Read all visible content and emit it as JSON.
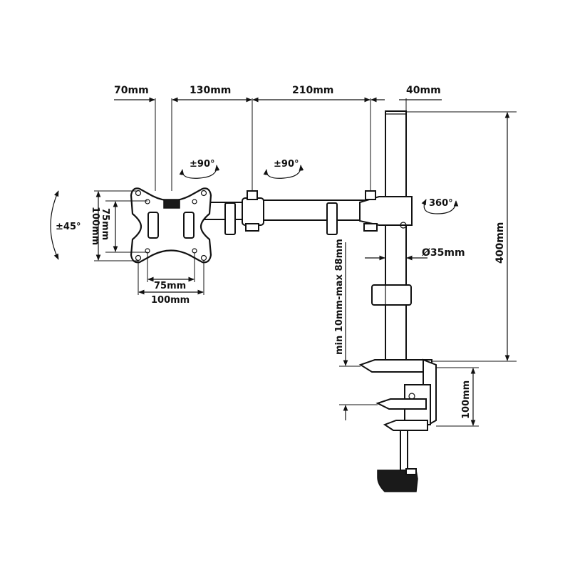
{
  "dimensions": {
    "w70": "70mm",
    "w130": "130mm",
    "w210": "210mm",
    "w40": "40mm",
    "h400": "400mm",
    "d35": "Ø35mm",
    "clamp_range": "min 10mm-max 88mm",
    "h100_clamp": "100mm",
    "vesa_h100": "100mm",
    "vesa_h75": "75mm",
    "vesa_w75": "75mm",
    "vesa_w100": "100mm"
  },
  "rotations": {
    "tilt": "±45°",
    "swivel_head": "±90°",
    "swivel_arm": "±90°",
    "pole": "360°"
  },
  "colors": {
    "line": "#111111",
    "background": "#ffffff"
  }
}
